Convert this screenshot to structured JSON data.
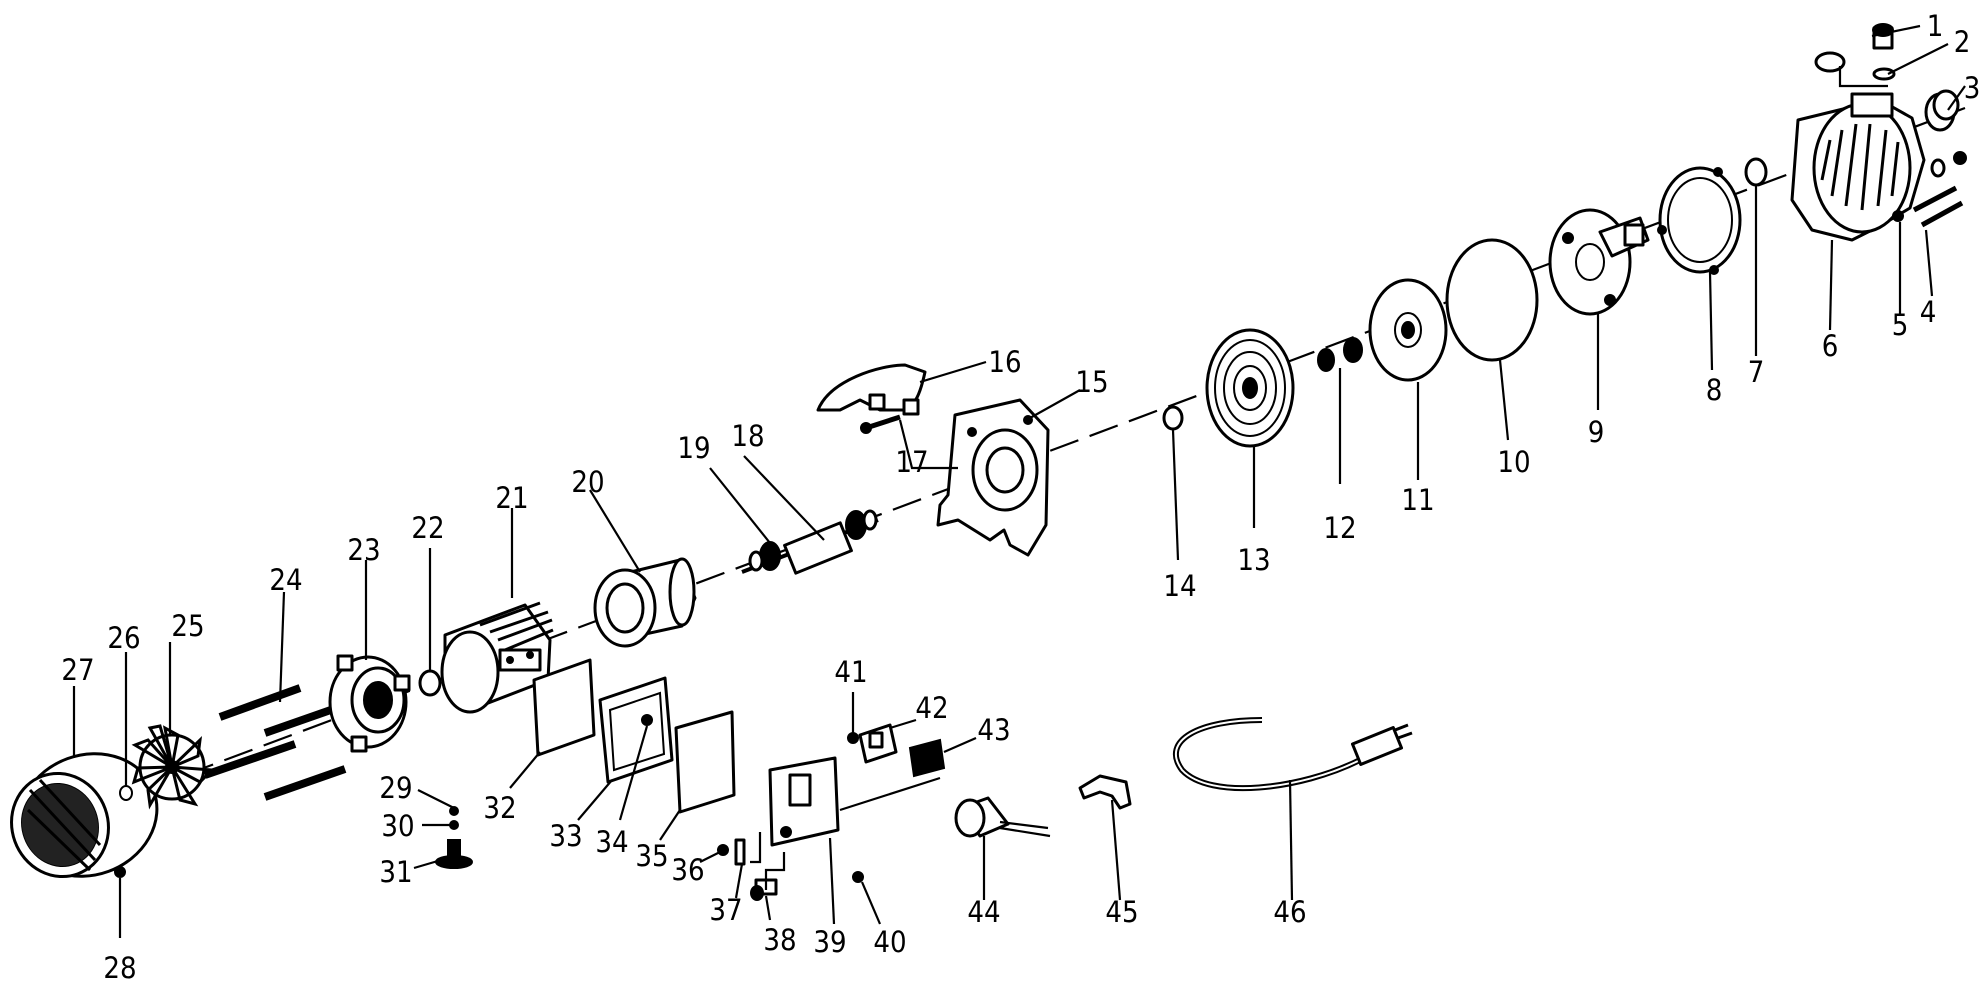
{
  "callouts": [
    {
      "id": "1",
      "text": "1"
    },
    {
      "id": "2",
      "text": "2"
    },
    {
      "id": "3",
      "text": "3"
    },
    {
      "id": "4",
      "text": "4"
    },
    {
      "id": "5",
      "text": "5"
    },
    {
      "id": "6",
      "text": "6"
    },
    {
      "id": "7",
      "text": "7"
    },
    {
      "id": "8",
      "text": "8"
    },
    {
      "id": "9",
      "text": "9"
    },
    {
      "id": "10",
      "text": "10"
    },
    {
      "id": "11",
      "text": "11"
    },
    {
      "id": "12",
      "text": "12"
    },
    {
      "id": "13",
      "text": "13"
    },
    {
      "id": "14",
      "text": "14"
    },
    {
      "id": "15",
      "text": "15"
    },
    {
      "id": "16",
      "text": "16"
    },
    {
      "id": "17",
      "text": "17"
    },
    {
      "id": "18",
      "text": "18"
    },
    {
      "id": "19",
      "text": "19"
    },
    {
      "id": "20",
      "text": "20"
    },
    {
      "id": "21",
      "text": "21"
    },
    {
      "id": "22",
      "text": "22"
    },
    {
      "id": "23",
      "text": "23"
    },
    {
      "id": "24",
      "text": "24"
    },
    {
      "id": "25",
      "text": "25"
    },
    {
      "id": "26",
      "text": "26"
    },
    {
      "id": "27",
      "text": "27"
    },
    {
      "id": "28",
      "text": "28"
    },
    {
      "id": "29",
      "text": "29"
    },
    {
      "id": "30",
      "text": "30"
    },
    {
      "id": "31",
      "text": "31"
    },
    {
      "id": "32",
      "text": "32"
    },
    {
      "id": "33",
      "text": "33"
    },
    {
      "id": "34",
      "text": "34"
    },
    {
      "id": "35",
      "text": "35"
    },
    {
      "id": "36",
      "text": "36"
    },
    {
      "id": "37",
      "text": "37"
    },
    {
      "id": "38",
      "text": "38"
    },
    {
      "id": "39",
      "text": "39"
    },
    {
      "id": "40",
      "text": "40"
    },
    {
      "id": "41",
      "text": "41"
    },
    {
      "id": "42",
      "text": "42"
    },
    {
      "id": "43",
      "text": "43"
    },
    {
      "id": "44",
      "text": "44"
    },
    {
      "id": "45",
      "text": "45"
    },
    {
      "id": "46",
      "text": "46"
    }
  ]
}
